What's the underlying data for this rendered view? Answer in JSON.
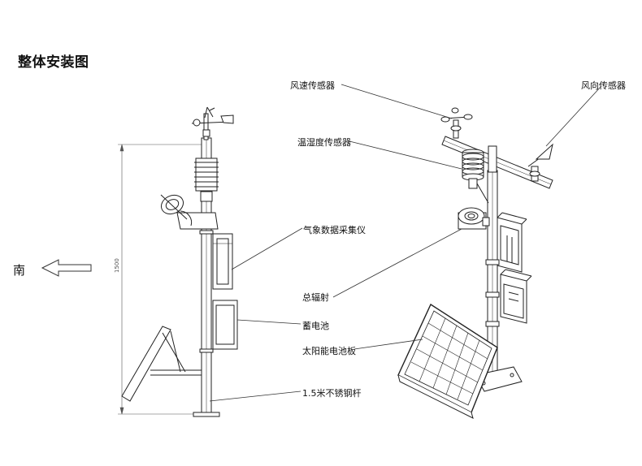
{
  "title": "整体安装图",
  "direction_label": "南",
  "height_dimension": "1500",
  "labels": {
    "wind_speed": "风速传感器",
    "wind_direction": "风向传感器",
    "temp_humidity": "温湿度传感器",
    "data_logger": "气象数据采集仪",
    "radiation": "总辐射",
    "battery": "蓄电池",
    "solar_panel": "太阳能电池板",
    "pole": "1.5米不锈钢杆"
  }
}
